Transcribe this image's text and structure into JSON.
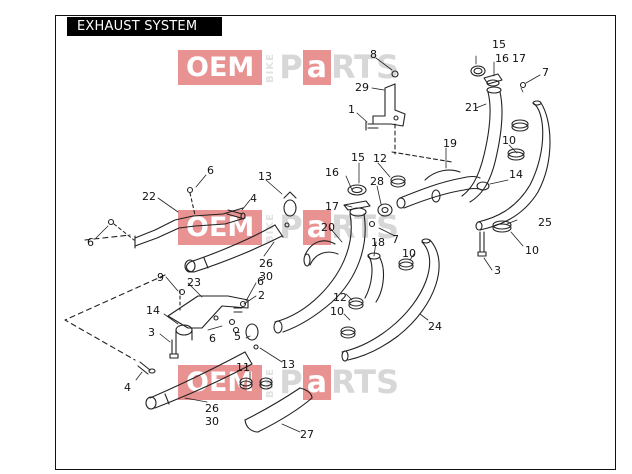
{
  "title": "EXHAUST SYSTEM",
  "watermark": {
    "oem": "OEM",
    "bike": "BIKE",
    "p": "P",
    "a": "a",
    "rts": "RTS"
  },
  "colors": {
    "watermark_red": "#d63a3a",
    "watermark_grey": "#b8b8b8",
    "line": "#222222"
  },
  "callouts": {
    "c1": "1",
    "c2": "2",
    "c3a": "3",
    "c3b": "3",
    "c4a": "4",
    "c4b": "4",
    "c5": "5",
    "c6a": "6",
    "c6b": "6",
    "c6c": "6",
    "c6d": "6",
    "c7a": "7",
    "c7b": "7",
    "c8": "8",
    "c9": "9",
    "c10a": "10",
    "c10b": "10",
    "c10c": "10",
    "c10d": "10",
    "c11": "11",
    "c12a": "12",
    "c12b": "12",
    "c13a": "13",
    "c13b": "13",
    "c14a": "14",
    "c14b": "14",
    "c15a": "15",
    "c15b": "15",
    "c16a": "16",
    "c16b": "16",
    "c17a": "17",
    "c17b": "17",
    "c18": "18",
    "c19": "19",
    "c20": "20",
    "c21": "21",
    "c22": "22",
    "c23": "23",
    "c24": "24",
    "c25": "25",
    "c26a": "26",
    "c26b": "26",
    "c27": "27",
    "c28": "28",
    "c29": "29",
    "c30a": "30",
    "c30b": "30"
  }
}
